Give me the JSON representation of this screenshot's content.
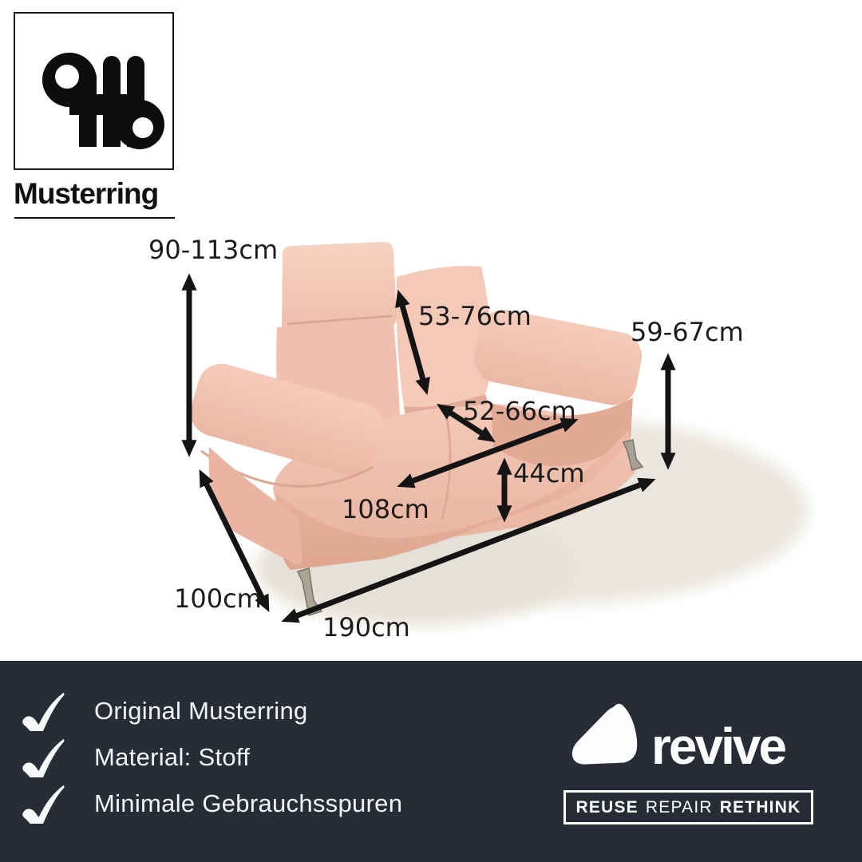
{
  "brand": {
    "name": "Musterring"
  },
  "product": {
    "description": "pink fabric two-seater sofa with chrome legs on a light rug",
    "dimensions": {
      "height": "90-113cm",
      "backrest": "53-76cm",
      "armrest": "59-67cm",
      "seat_depth": "52-66cm",
      "seat_height": "44cm",
      "seat_width": "108cm",
      "depth": "100cm",
      "width": "190cm"
    }
  },
  "features": [
    {
      "label": "Original Musterring"
    },
    {
      "label": "Material: Stoff"
    },
    {
      "label": "Minimale Gebrauchsspuren"
    }
  ],
  "footer": {
    "brand": "revive",
    "tagline": {
      "word1": "REUSE",
      "word2": "REPAIR",
      "word3": "RETHINK"
    }
  },
  "colors": {
    "bar-bg": "#272c37",
    "text-on-dark": "#f4f5f6",
    "label-color": "#1c1c1c",
    "arrow-color": "#141414",
    "sofa-pink": "#f1c3b2",
    "sofa-pink-light": "#f6d0c0",
    "sofa-pink-shadow": "#dda68f",
    "rug": "#e9e5de"
  }
}
